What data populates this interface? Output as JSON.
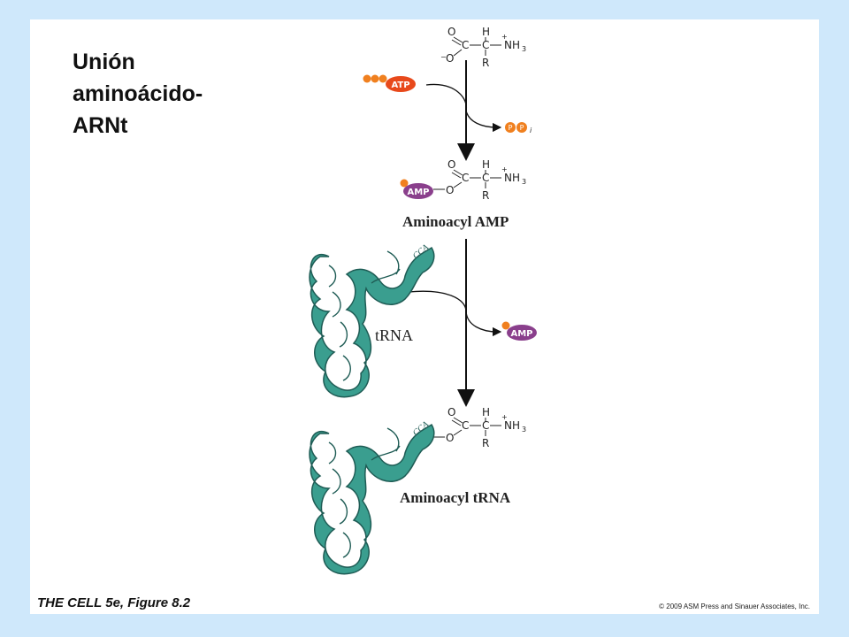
{
  "title": {
    "line1": "Unión",
    "line2": "aminoácido-",
    "line3": "ARNt"
  },
  "diagram": {
    "amino_acid": {
      "carbonyl_o": "O",
      "carboxyl_o": "O",
      "carboxyl_charge": "−",
      "carbon1": "C",
      "carbon_alpha": "C",
      "hydrogen": "H",
      "r_group": "R",
      "amine_charge": "+",
      "amine": "NH",
      "amine_sub": "3"
    },
    "atp_label": "ATP",
    "ppi_label": "P",
    "ppi_sub": "i",
    "amp_label": "AMP",
    "aminoacyl_amp_label": "Aminoacyl AMP",
    "trna_label": "tRNA",
    "cca_label": "CCA",
    "aminoacyl_trna_label": "Aminoacyl tRNA"
  },
  "colors": {
    "background": "#cfe8fb",
    "slide": "#ffffff",
    "trna": "#3a9e8f",
    "trna_dark": "#1f5c55",
    "atp": "#e8491b",
    "phosphate": "#f0801f",
    "amp": "#8a3f8c"
  },
  "footer": {
    "book": "THE CELL 5e, Figure 8.2",
    "copyright": "© 2009 ASM Press and Sinauer Associates, Inc."
  }
}
